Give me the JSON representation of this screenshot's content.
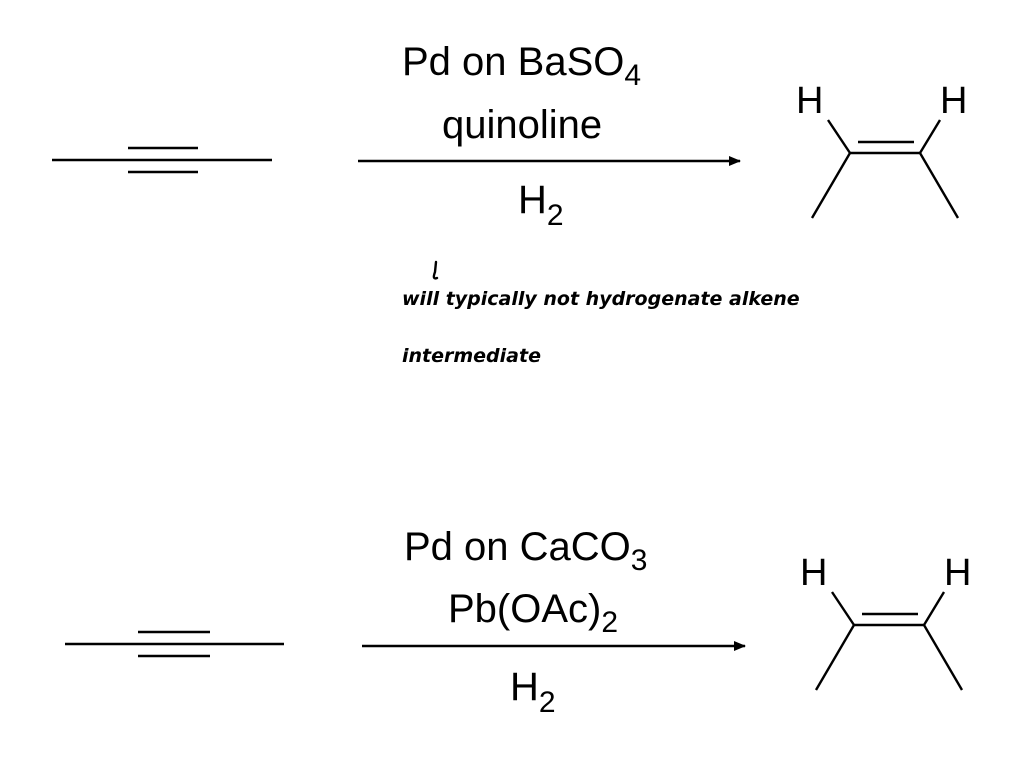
{
  "reaction_1": {
    "reagent_line_1_main": "Pd on BaSO",
    "reagent_line_1_sub": "4",
    "reagent_line_2": "quinoline",
    "reagent_line_3_main": "H",
    "reagent_line_3_sub": "2",
    "product_h_left": "H",
    "product_h_right": "H"
  },
  "annotation": {
    "line_1": "will typically not hydrogenate alkene",
    "line_2": "intermediate"
  },
  "reaction_2": {
    "reagent_line_1_main": "Pd on CaCO",
    "reagent_line_1_sub": "3",
    "reagent_line_2_main": "Pb(OAc)",
    "reagent_line_2_sub": "2",
    "reagent_line_3_main": "H",
    "reagent_line_3_sub": "2",
    "product_h_left": "H",
    "product_h_right": "H"
  },
  "colors": {
    "ink": "#000000",
    "background": "#ffffff"
  }
}
